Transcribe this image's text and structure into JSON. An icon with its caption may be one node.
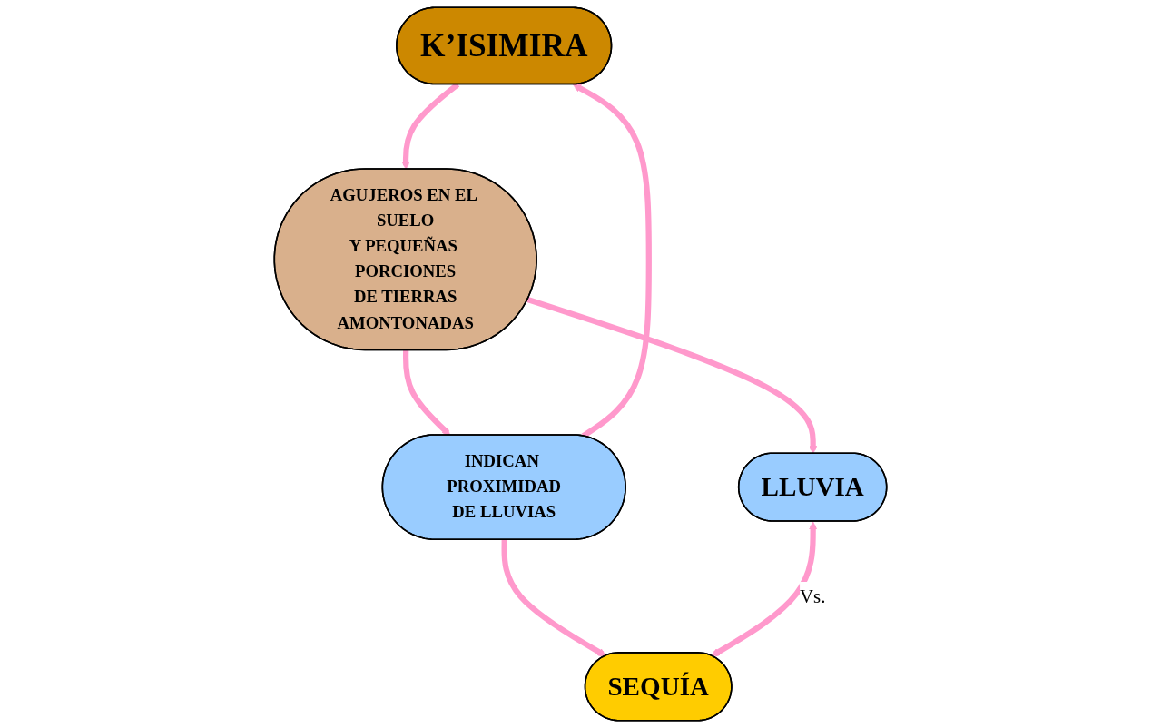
{
  "diagram": {
    "nodes": [
      {
        "text": [
          "K’ISIMIRA"
        ]
      },
      {
        "text": [
          "AGUJEROS EN EL SUELO Y PEQUEÑAS PORCIONES DE TIERRAS AMONTONADAS"
        ]
      },
      {
        "text": [
          "INDICAN PROXIMIDAD DE LLUVIAS"
        ]
      },
      {
        "text": [
          "LLUVIA"
        ]
      },
      {
        "text": [
          "SEQUÍA"
        ]
      }
    ],
    "edges": [
      {
        "from": 0,
        "to": 1,
        "arrow": "to"
      },
      {
        "from": 1,
        "to": 2,
        "arrow": "to"
      },
      {
        "from": 2,
        "to": 0,
        "arrow": "to"
      },
      {
        "from": 1,
        "to": 3,
        "arrow": "to"
      },
      {
        "from": 2,
        "to": 4,
        "arrow": "to"
      },
      {
        "from": 3,
        "to": 4,
        "arrow": "both",
        "label": "Vs."
      }
    ]
  }
}
